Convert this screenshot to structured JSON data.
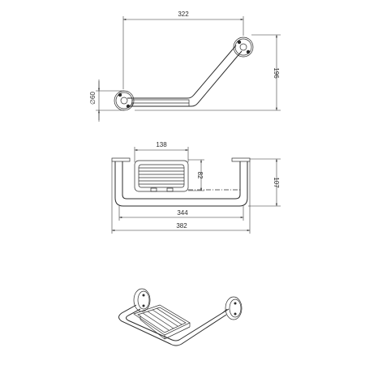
{
  "dimensions": {
    "top_width": "322",
    "top_height": "196",
    "flange_diameter": "60",
    "diameter_symbol": "∅",
    "basket_width": "138",
    "basket_depth": "82",
    "projection": "107",
    "inner_span": "344",
    "overall_length": "382"
  },
  "views": [
    "top-view",
    "front-view",
    "isometric-view"
  ],
  "colors": {
    "line": "#2b2b2b",
    "background": "#ffffff"
  }
}
